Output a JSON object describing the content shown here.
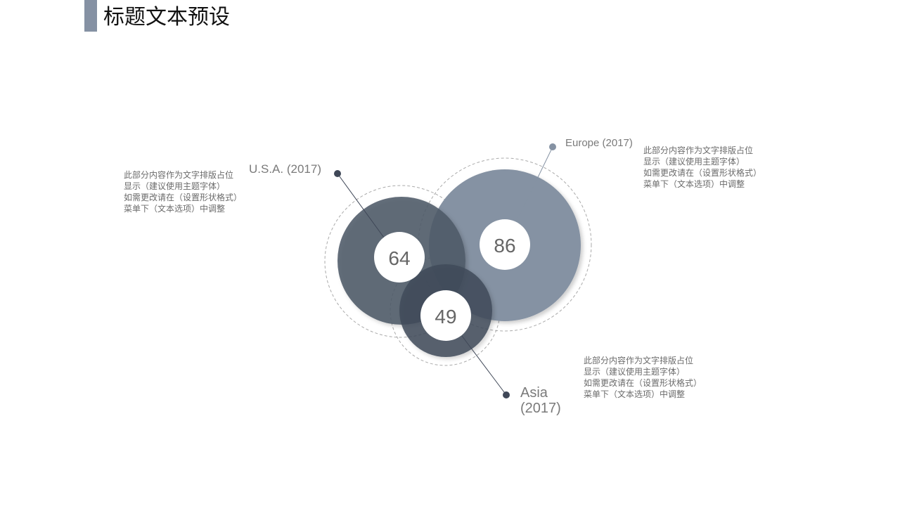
{
  "header": {
    "title": "标题文本预设",
    "accent": "#8591a3"
  },
  "bubbles": [
    {
      "key": "usa",
      "label": "U.S.A. (2017)",
      "value": "64",
      "color": "#4e5a68"
    },
    {
      "key": "europe",
      "label": "Europe (2017)",
      "value": "86",
      "color": "#8592a3"
    },
    {
      "key": "asia",
      "label_line1": "Asia",
      "label_line2": "(2017)",
      "value": "49",
      "color": "#3f4b5a"
    }
  ],
  "descriptions": {
    "usa": [
      "此部分内容作为文字排版占位",
      "显示（建议使用主题字体）",
      "如需更改请在（设置形状格式）",
      "菜单下（文本选项）中调整"
    ],
    "europe": [
      "此部分内容作为文字排版占位",
      "显示（建议使用主题字体）",
      "如需更改请在（设置形状格式）",
      "菜单下（文本选项）中调整"
    ],
    "asia": [
      "此部分内容作为文字排版占位",
      "显示（建议使用主题字体）",
      "如需更改请在（设置形状格式）",
      "菜单下（文本选项）中调整"
    ]
  }
}
